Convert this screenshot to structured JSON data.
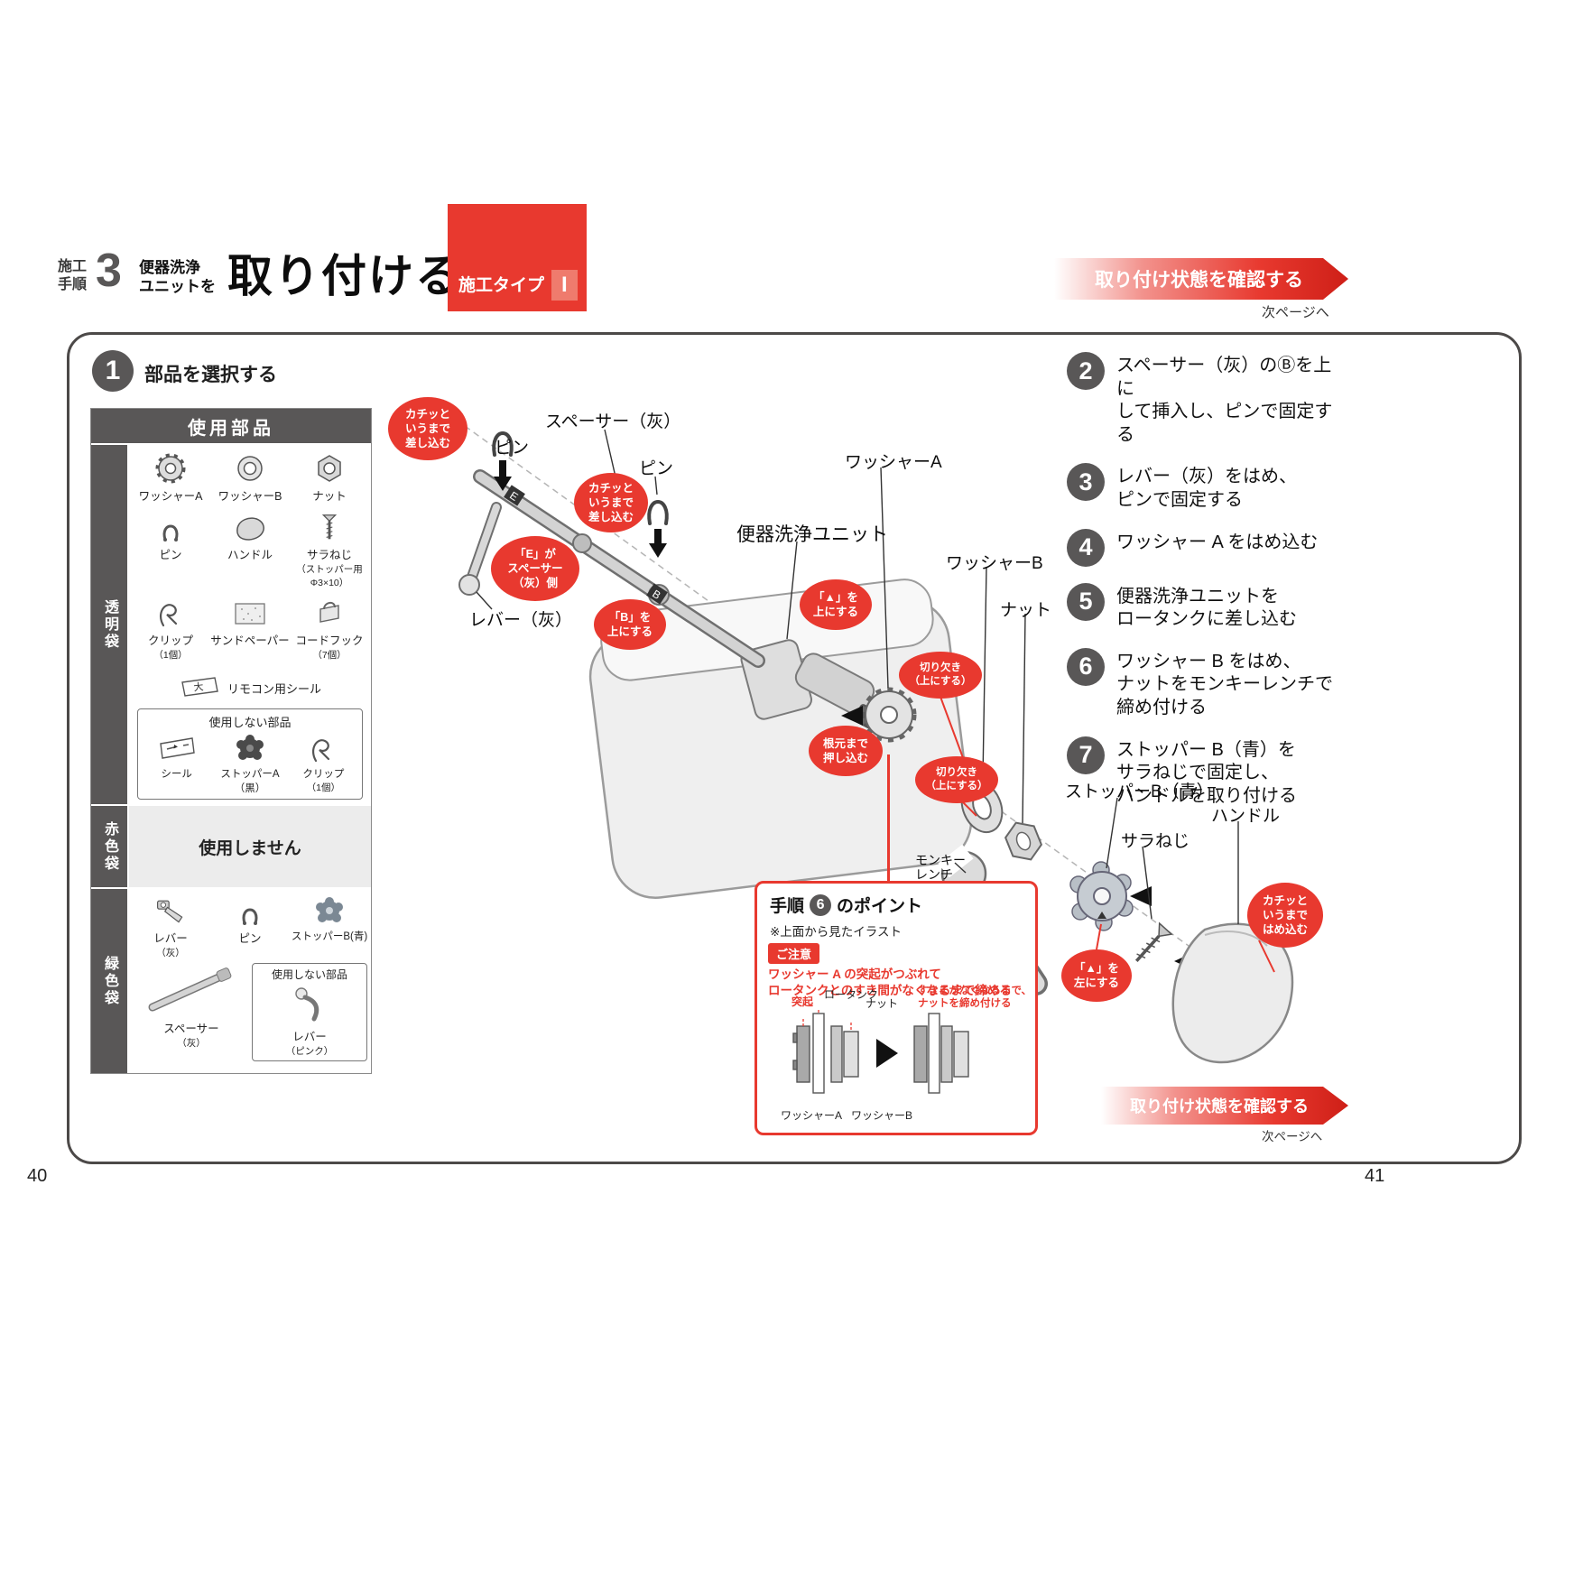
{
  "page": {
    "left_number": "40",
    "right_number": "41"
  },
  "header": {
    "procedure_label": "施工\n手順",
    "procedure_number": "3",
    "target": "便器洗浄\nユニットを",
    "title": "取り付ける",
    "type_label": "施工タイプ",
    "type_value": "I"
  },
  "next_banner": {
    "text": "取り付け状態を確認する",
    "sub": "次ページへ"
  },
  "step1": {
    "number": "1",
    "label": "部品を選択する"
  },
  "parts_table": {
    "title": "使用部品",
    "transparent_bag": {
      "name": "透明袋",
      "items": [
        {
          "label": "ワッシャーA"
        },
        {
          "label": "ワッシャーB"
        },
        {
          "label": "ナット"
        },
        {
          "label": "ピン"
        },
        {
          "label": "ハンドル"
        },
        {
          "label": "サラねじ",
          "sub": "（ストッパー用Φ3×10）"
        },
        {
          "label": "クリップ",
          "sub": "（1個）"
        },
        {
          "label": "サンドペーパー"
        },
        {
          "label": "コードフック",
          "sub": "（7個）"
        },
        {
          "label": "リモコン用シール"
        }
      ],
      "unused": {
        "title": "使用しない部品",
        "items": [
          {
            "label": "シール"
          },
          {
            "label": "ストッパーA（黒）"
          },
          {
            "label": "クリップ",
            "sub": "（1個）"
          }
        ]
      }
    },
    "red_bag": {
      "name": "赤色袋",
      "note": "使用しません"
    },
    "green_bag": {
      "name": "緑色袋",
      "items": [
        {
          "label": "レバー",
          "sub": "（灰）"
        },
        {
          "label": "ピン"
        },
        {
          "label": "ストッパーB(青)"
        },
        {
          "label": "スペーサー",
          "sub": "（灰）"
        }
      ],
      "unused": {
        "title": "使用しない部品",
        "items": [
          {
            "label": "レバー",
            "sub": "（ピンク）"
          }
        ]
      }
    }
  },
  "steps": [
    {
      "number": "2",
      "text": "スペーサー（灰）のⒷを上に\nして挿入し、ピンで固定する"
    },
    {
      "number": "3",
      "text": "レバー（灰）をはめ、\nピンで固定する"
    },
    {
      "number": "4",
      "text": "ワッシャー A をはめ込む"
    },
    {
      "number": "5",
      "text": "便器洗浄ユニットを\nロータンクに差し込む"
    },
    {
      "number": "6",
      "text": "ワッシャー B をはめ、\nナットをモンキーレンチで\n締め付ける"
    },
    {
      "number": "7",
      "text": "ストッパー B（青）を\nサラねじで固定し、\nハンドルを取り付ける"
    }
  ],
  "diagram": {
    "labels": {
      "pin1": "ピン",
      "spacer": "スペーサー（灰）",
      "pin2": "ピン",
      "washer_a": "ワッシャーA",
      "unit": "便器洗浄ユニット",
      "washer_b": "ワッシャーB",
      "nut": "ナット",
      "lever": "レバー（灰）",
      "wrench": "モンキー\nレンチ",
      "stopper_b": "ストッパーB（青）",
      "screw": "サラねじ",
      "handle": "ハンドル"
    },
    "callouts": {
      "insert_click_1": "カチッと\nいうまで\n差し込む",
      "insert_click_2": "カチッと\nいうまで\n差し込む",
      "e_side": "「E」が\nスペーサー\n（灰）側",
      "b_up": "「B」を\n上にする",
      "triangle_up": "「▲」を\n上にする",
      "push_base": "根元まで\n押し込む",
      "notch_up_1": "切り欠き\n（上にする）",
      "notch_up_2": "切り欠き\n（上にする）",
      "snap_click": "カチッと\nいうまで\nはめ込む",
      "triangle_left": "「▲」を\n左にする"
    }
  },
  "point_box": {
    "title_prefix": "手順",
    "title_step": "6",
    "title_suffix": "のポイント",
    "subtitle": "※上面から見たイラスト",
    "caution_label": "ご注意",
    "caution_text": "ワッシャー A の突起がつぶれて\nロータンクとのすき間がなくなるまで締める",
    "labels": {
      "protrusion": "突起",
      "tank": "ロータンク",
      "nut": "ナット",
      "tighten": "すきまがなくなるまで、\nナットを締め付ける",
      "washer_a": "ワッシャーA",
      "washer_b": "ワッシャーB"
    }
  },
  "colors": {
    "accent_red": "#e8392f",
    "dark_gray": "#595757"
  }
}
